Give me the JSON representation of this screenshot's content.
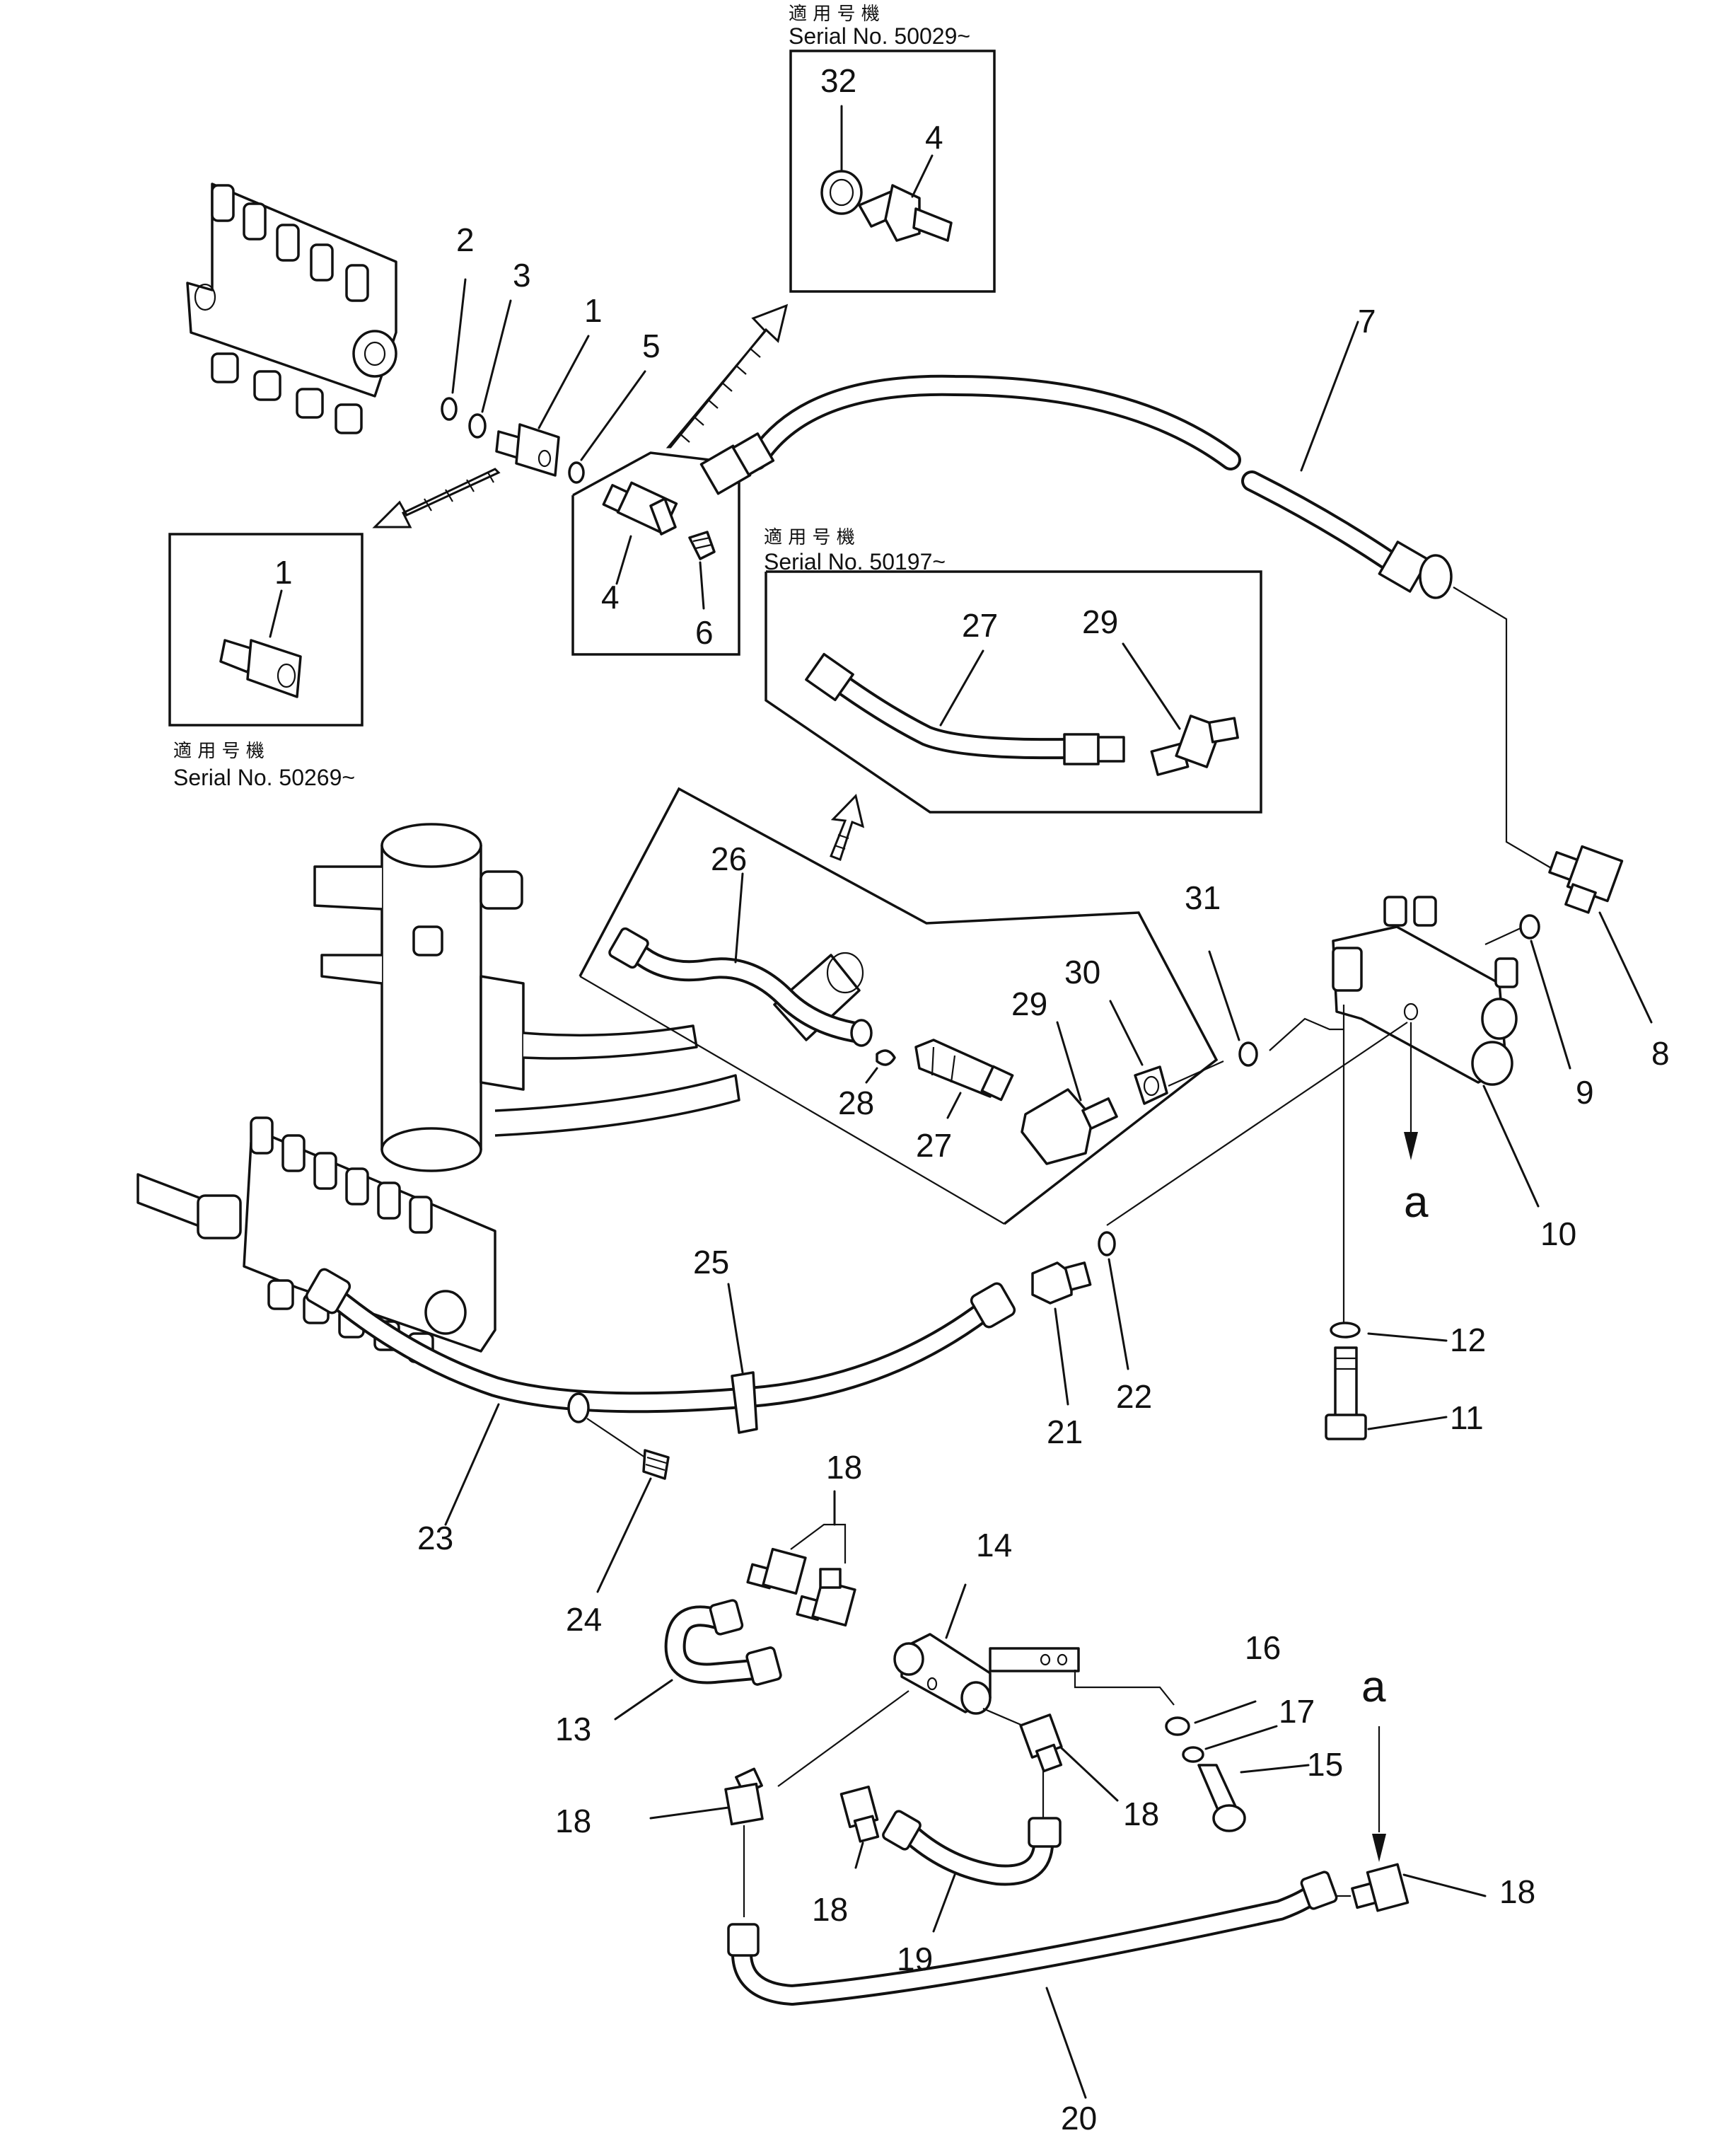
{
  "callouts": {
    "c1a": "1",
    "c1b": "1",
    "c2": "2",
    "c3": "3",
    "c4a": "4",
    "c4b": "4",
    "c5": "5",
    "c6": "6",
    "c7": "7",
    "c8": "8",
    "c9": "9",
    "c10": "10",
    "c11": "11",
    "c12": "12",
    "c13": "13",
    "c14": "14",
    "c15": "15",
    "c16": "16",
    "c17": "17",
    "c18a": "18",
    "c18b": "18",
    "c18c": "18",
    "c18d": "18",
    "c18e": "18",
    "c19": "19",
    "c20": "20",
    "c21": "21",
    "c22": "22",
    "c23": "23",
    "c24": "24",
    "c25": "25",
    "c26": "26",
    "c27a": "27",
    "c27b": "27",
    "c28": "28",
    "c29a": "29",
    "c29b": "29",
    "c30": "30",
    "c31": "31",
    "c32": "32",
    "ca1": "a",
    "ca2": "a"
  },
  "notes": {
    "top": {
      "jp": "適 用 号 機",
      "serial": "Serial No. 50029~"
    },
    "middle": {
      "jp": "適 用 号 機",
      "serial": "Serial No. 50197~"
    },
    "left": {
      "jp": "適 用 号 機",
      "serial": "Serial No. 50269~"
    }
  }
}
